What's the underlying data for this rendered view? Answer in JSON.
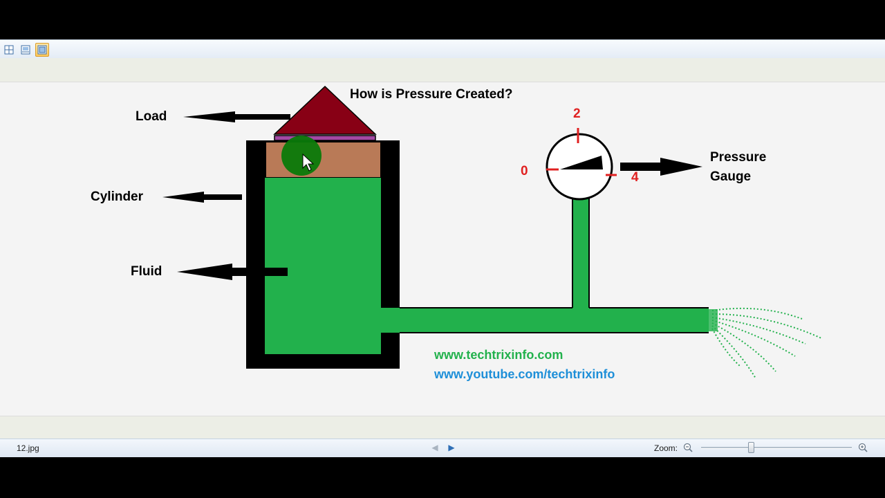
{
  "diagram": {
    "title": "How is Pressure Created?",
    "labels": {
      "load": "Load",
      "cylinder": "Cylinder",
      "fluid": "Fluid",
      "gauge_line1": "Pressure",
      "gauge_line2": "Gauge"
    },
    "gauge_ticks": {
      "min": "0",
      "mid": "2",
      "max": "4"
    },
    "urls": {
      "website": "www.techtrixinfo.com",
      "youtube": "www.youtube.com/techtrixinfo"
    },
    "colors": {
      "fluid": "#22b14c",
      "piston": "#b97a57",
      "load": "#880015",
      "load_plate": "#a349a4",
      "gauge_tick": "#e02020",
      "website": "#22b14c",
      "youtube": "#1e8fd8"
    }
  },
  "statusbar": {
    "filename": "12.jpg",
    "zoom_label": "Zoom:",
    "prev_icon": "arrow-left-icon",
    "next_icon": "arrow-right-icon",
    "zoom_level": 0.33
  },
  "toolbar": {
    "icons": [
      "grid-view-icon",
      "filmstrip-view-icon",
      "preview-view-icon"
    ]
  }
}
